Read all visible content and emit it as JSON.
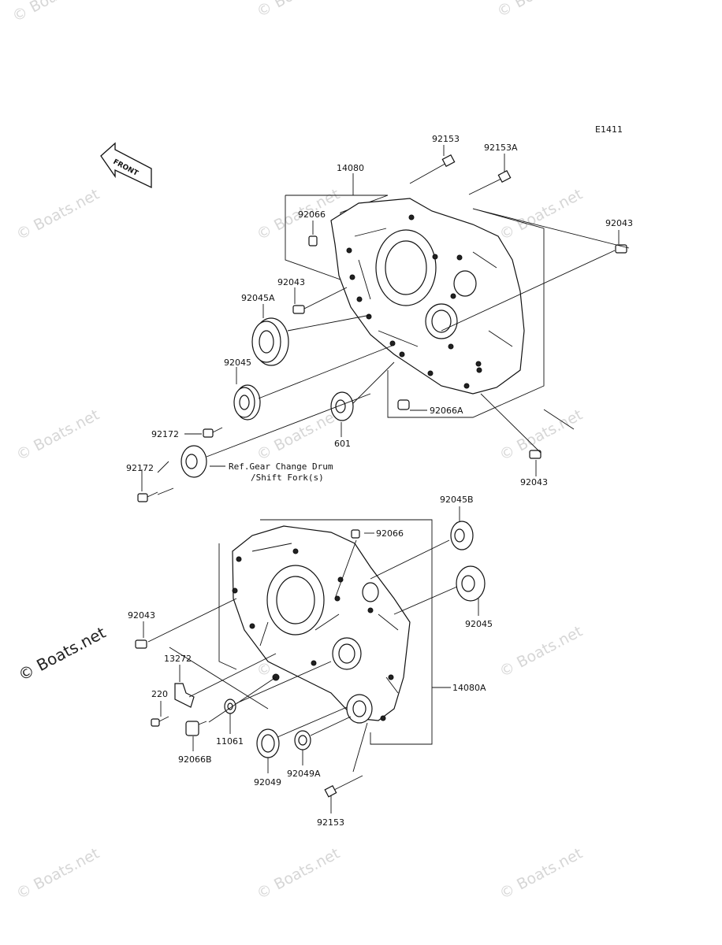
{
  "diagram_code": "E1411",
  "front_label": "FRONT",
  "watermark": "© Boats.net",
  "reference_note": {
    "line1": "Ref.Gear Change Drum",
    "line2": "/Shift Fork(s)"
  },
  "labels": {
    "p92153_top": "92153",
    "p92153A": "92153A",
    "p14080": "14080",
    "p92043_right": "92043",
    "p92066": "92066",
    "p92043_mid": "92043",
    "p92045A": "92045A",
    "p92045_left": "92045",
    "p92066A": "92066A",
    "p92172_a": "92172",
    "p601": "601",
    "p92172_b": "92172",
    "p92043_lower_right": "92043",
    "p92045B": "92045B",
    "p92066_lower": "92066",
    "p92045_right": "92045",
    "p92043_lower_left": "92043",
    "p13272": "13272",
    "p220": "220",
    "p14080A": "14080A",
    "p11061": "11061",
    "p92066B": "92066B",
    "p92049": "92049",
    "p92049A": "92049A",
    "p92153_bottom": "92153"
  }
}
